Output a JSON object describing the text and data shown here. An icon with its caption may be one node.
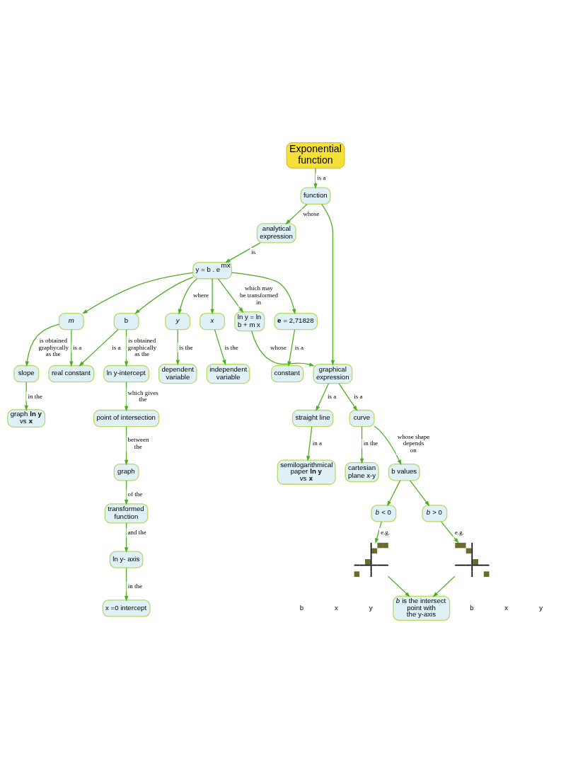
{
  "diagram": {
    "nodes": [
      {
        "text": [
          "Exponential function"
        ]
      },
      {
        "text": [
          "function"
        ]
      },
      {
        "text": [
          "analytical expression"
        ]
      },
      {
        "text": [
          "graphical expression"
        ]
      },
      {
        "text": [
          "y = b . e$^{mx}$"
        ]
      },
      {
        "text": [
          "ln y = ln b + m x"
        ]
      },
      {
        "text": [
          "straight line"
        ]
      },
      {
        "text": [
          "curve"
        ]
      },
      {
        "text": [
          "cartesian plane x-y"
        ]
      },
      {
        "text": [
          "semilogarithmical paper **ln y** vs **x**"
        ]
      },
      {
        "text": [
          "b values"
        ]
      },
      {
        "text": [
          "*b* < 0"
        ]
      },
      {
        "text": [
          "*b* > 0"
        ]
      },
      {
        "text": [],
        "shape": "picture"
      },
      {
        "text": [],
        "shape": "picture"
      },
      {
        "text": [
          "*b* is the intersect point with the y-axis"
        ]
      },
      {
        "text": [
          "**e** = 2,71828"
        ]
      },
      {
        "text": [
          "constant"
        ]
      },
      {
        "text": [
          "m"
        ]
      },
      {
        "text": [
          "real constant"
        ]
      },
      {
        "text": [
          "slope"
        ]
      },
      {
        "text": [
          "graph **ln y** vs **x**"
        ]
      },
      {
        "text": [
          "b"
        ]
      },
      {
        "text": [
          "y"
        ]
      },
      {
        "text": [
          "x"
        ]
      },
      {
        "text": [
          "dependent variable"
        ]
      },
      {
        "text": [
          "independent variable"
        ]
      },
      {
        "text": [
          "ln y-intercept"
        ]
      },
      {
        "text": [
          "point of intersection"
        ]
      },
      {
        "text": [
          "graph"
        ]
      },
      {
        "text": [
          "transformed function"
        ]
      },
      {
        "text": [
          "ln y- axis"
        ]
      },
      {
        "text": [
          "x =0 intercept"
        ]
      }
    ],
    "edges": [
      {
        "from": 0,
        "to": 1,
        "arrow": "to",
        "label": "is a"
      },
      {
        "from": 1,
        "to": 2,
        "arrow": "to",
        "label": "whose"
      },
      {
        "from": 1,
        "to": 3,
        "arrow": "to"
      },
      {
        "from": 2,
        "to": 4,
        "arrow": "to",
        "label": "is"
      },
      {
        "from": 3,
        "to": 7,
        "arrow": "to",
        "label": "is a"
      },
      {
        "from": 3,
        "to": 6,
        "arrow": "to",
        "label": "is a"
      },
      {
        "from": 6,
        "to": 9,
        "arrow": "to",
        "label": "in a"
      },
      {
        "from": 7,
        "to": 8,
        "arrow": "to",
        "label": "in the"
      },
      {
        "from": 7,
        "to": 10,
        "arrow": "to",
        "label": "whose shape depends on"
      },
      {
        "from": 10,
        "to": 11,
        "arrow": "to"
      },
      {
        "from": 10,
        "to": 12,
        "arrow": "to"
      },
      {
        "from": 11,
        "to": 13,
        "arrow": "to",
        "label": "e.g."
      },
      {
        "from": 12,
        "to": 14,
        "arrow": "to",
        "label": "e.g."
      },
      {
        "from": 13,
        "to": 15,
        "arrow": "to"
      },
      {
        "from": 14,
        "to": 15,
        "arrow": "to"
      },
      {
        "from": 4,
        "to": 5,
        "arrow": "to",
        "label": "which may be transformed in"
      },
      {
        "from": 5,
        "to": 3,
        "arrow": "to",
        "label": "whose"
      },
      {
        "from": 4,
        "to": 23,
        "arrow": "to",
        "label": "where"
      },
      {
        "from": 4,
        "to": 24,
        "arrow": "to"
      },
      {
        "from": 4,
        "to": 22,
        "arrow": "to"
      },
      {
        "from": 4,
        "to": 18,
        "arrow": "to"
      },
      {
        "from": 4,
        "to": 16,
        "arrow": "to"
      },
      {
        "from": 16,
        "to": 17,
        "arrow": "to",
        "label": "is a"
      },
      {
        "from": 18,
        "to": 19,
        "arrow": "to",
        "label": "is a"
      },
      {
        "from": 18,
        "to": 20,
        "arrow": "to",
        "label": "is obtained graphycally as the"
      },
      {
        "from": 20,
        "to": 21,
        "arrow": "to",
        "label": "in the"
      },
      {
        "from": 22,
        "to": 19,
        "arrow": "to",
        "label": "is a"
      },
      {
        "from": 22,
        "to": 27,
        "arrow": "to",
        "label": "is obtained graphically as the"
      },
      {
        "from": 23,
        "to": 25,
        "arrow": "to",
        "label": "is the"
      },
      {
        "from": 24,
        "to": 26,
        "arrow": "to",
        "label": "is the"
      },
      {
        "from": 27,
        "to": 28,
        "arrow": "to",
        "label": "which gives the"
      },
      {
        "from": 28,
        "to": 29,
        "arrow": "to",
        "label": "between the"
      },
      {
        "from": 29,
        "to": 30,
        "arrow": "to",
        "label": "of the"
      },
      {
        "from": 30,
        "to": 31,
        "arrow": "to",
        "label": "and the"
      },
      {
        "from": 31,
        "to": 32,
        "arrow": "to",
        "label": "in the"
      }
    ],
    "labels": [
      "y",
      "b",
      "x",
      "y",
      "b",
      "x"
    ]
  }
}
